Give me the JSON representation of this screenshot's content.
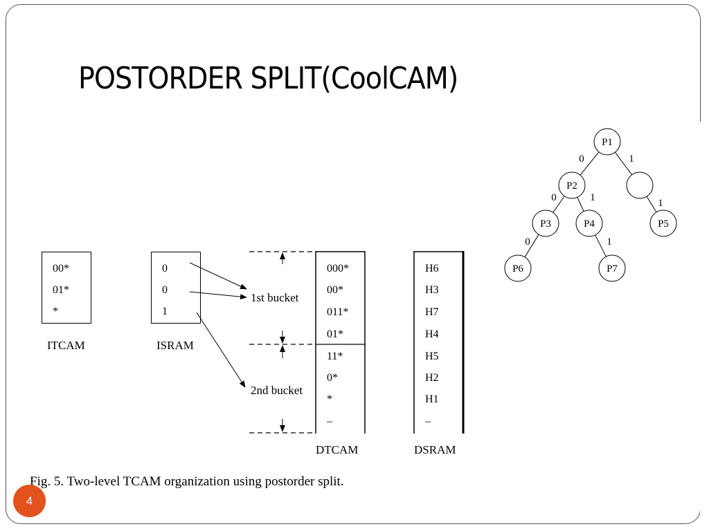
{
  "slide": {
    "title": "POSTORDER SPLIT(CoolCAM)",
    "page_number": "4",
    "accent_color": "#e2521d"
  },
  "figure": {
    "itcam": {
      "label": "ITCAM",
      "entries": [
        "00*",
        "01*",
        "*"
      ]
    },
    "isram": {
      "label": "ISRAM",
      "entries": [
        "0",
        "0",
        "1"
      ]
    },
    "buckets": {
      "first": "1st bucket",
      "second": "2nd bucket"
    },
    "dtcam": {
      "label": "DTCAM",
      "entries": [
        "000*",
        "00*",
        "011*",
        "01*",
        "11*",
        "0*",
        "*",
        "–"
      ]
    },
    "dsram": {
      "label": "DSRAM",
      "entries": [
        "H6",
        "H3",
        "H7",
        "H4",
        "H5",
        "H2",
        "H1",
        "–"
      ]
    },
    "caption": "Fig. 5.   Two-level TCAM organization using postorder split."
  },
  "trie": {
    "nodes": [
      {
        "id": "n1",
        "label": "P1"
      },
      {
        "id": "n2",
        "label": "P2"
      },
      {
        "id": "n3",
        "label": ""
      },
      {
        "id": "n4",
        "label": "P3"
      },
      {
        "id": "n5",
        "label": "P4"
      },
      {
        "id": "n6",
        "label": "P5"
      },
      {
        "id": "n7",
        "label": "P6"
      },
      {
        "id": "n8",
        "label": "P7"
      }
    ],
    "edges": [
      {
        "from": "n1",
        "to": "n2",
        "bit": "0"
      },
      {
        "from": "n1",
        "to": "n3",
        "bit": "1"
      },
      {
        "from": "n2",
        "to": "n4",
        "bit": "0"
      },
      {
        "from": "n2",
        "to": "n5",
        "bit": "1"
      },
      {
        "from": "n3",
        "to": "n6",
        "bit": "1"
      },
      {
        "from": "n4",
        "to": "n7",
        "bit": "0"
      },
      {
        "from": "n5",
        "to": "n8",
        "bit": "1"
      }
    ]
  }
}
